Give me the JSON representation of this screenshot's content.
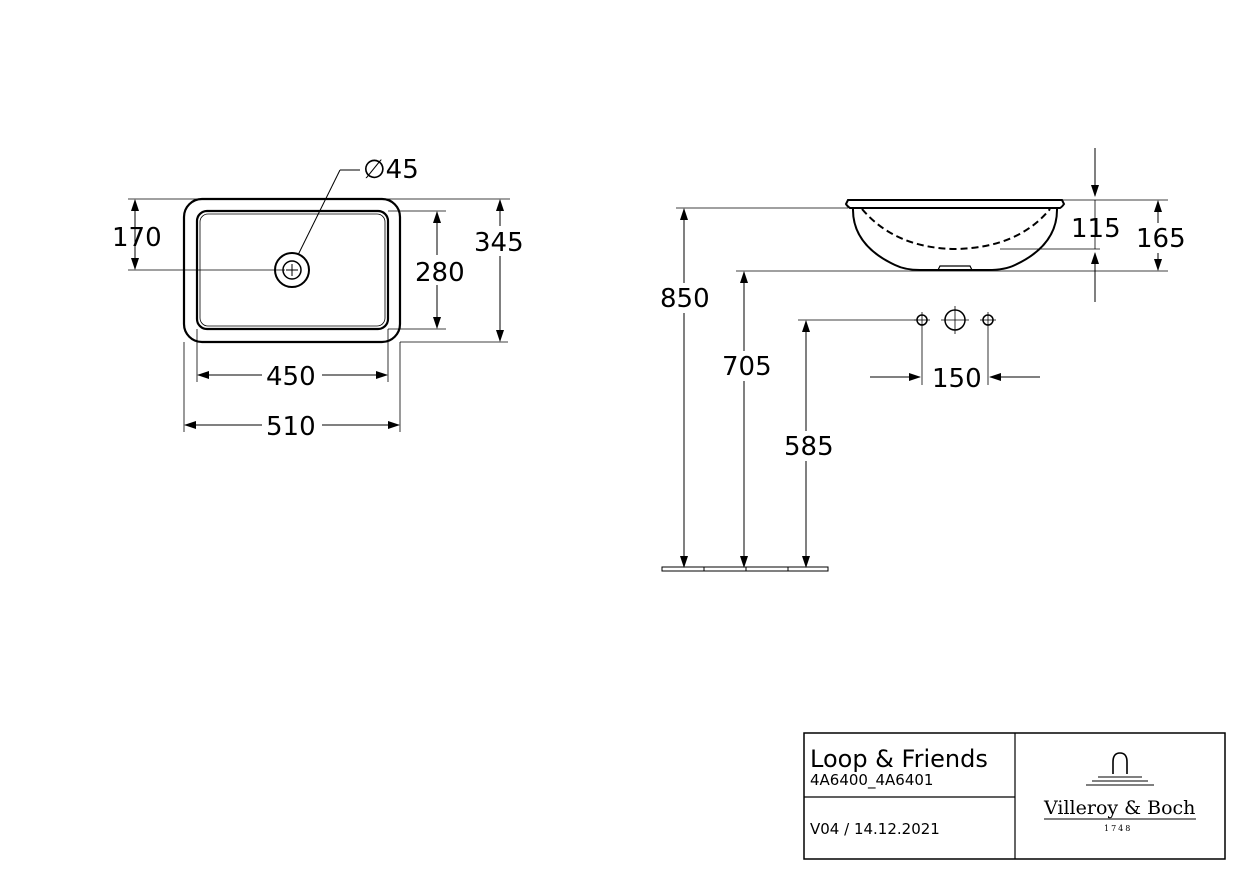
{
  "dimensions": {
    "drain_diameter": "∅45",
    "top_drain_offset": "170",
    "top_total_depth": "345",
    "top_inner_depth": "280",
    "top_inner_width": "450",
    "top_total_width": "510",
    "side_total_height": "850",
    "side_bowl_bottom_height": "705",
    "side_tap_height": "585",
    "side_bowl_depth": "115",
    "side_total_depth": "165",
    "side_tap_spacing": "150"
  },
  "title_block": {
    "product_name": "Loop & Friends",
    "article_numbers": "4A6400_4A6401",
    "version": "V04 / 14.12.2021"
  },
  "brand": {
    "name": "Villeroy & Boch",
    "year": "1748"
  }
}
